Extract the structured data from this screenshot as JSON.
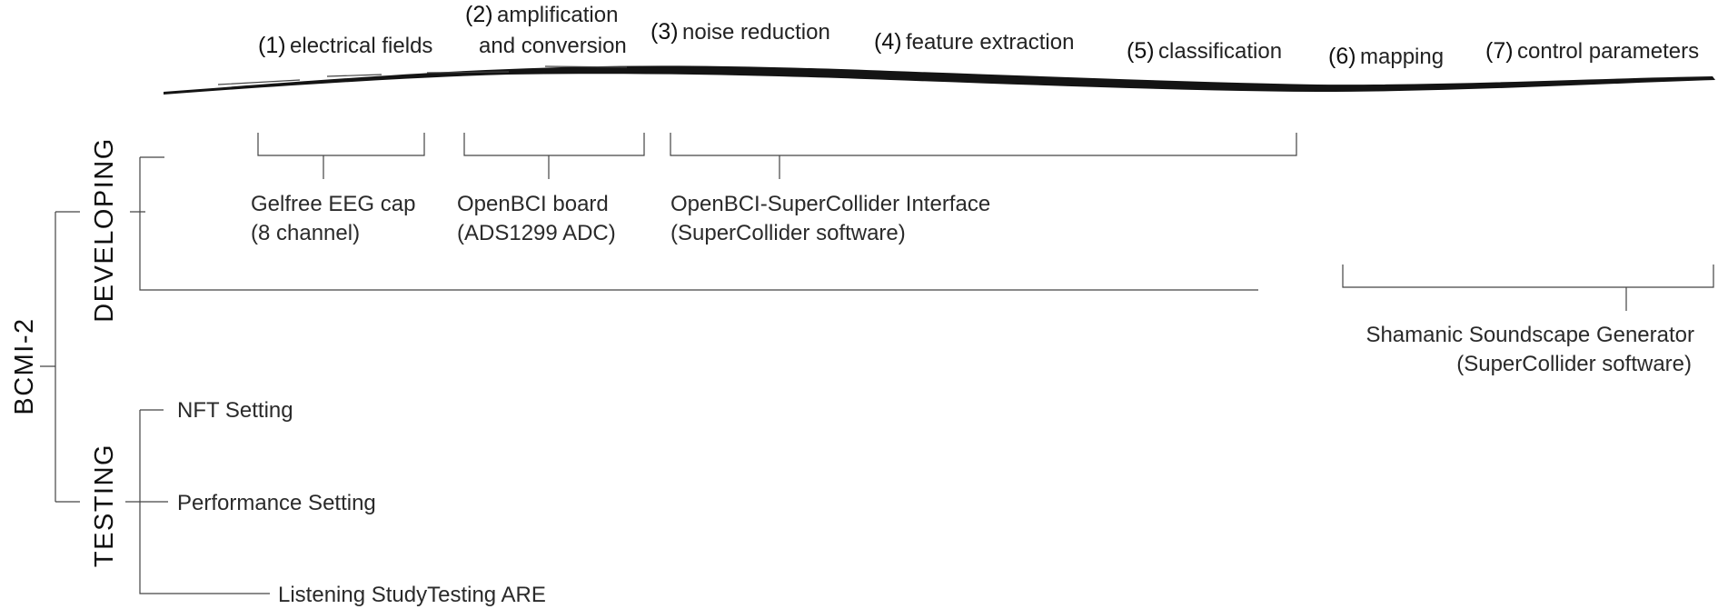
{
  "stages": [
    {
      "num": "(1)",
      "label": [
        "electrical fields"
      ]
    },
    {
      "num": "(2)",
      "label": [
        "amplification",
        "and conversion"
      ]
    },
    {
      "num": "(3)",
      "label": [
        "noise reduction"
      ]
    },
    {
      "num": "(4)",
      "label": [
        "feature extraction"
      ]
    },
    {
      "num": "(5)",
      "label": [
        "classification"
      ]
    },
    {
      "num": "(6)",
      "label": [
        "mapping"
      ]
    },
    {
      "num": "(7)",
      "label": [
        "control parameters"
      ]
    }
  ],
  "components": [
    {
      "lines": [
        "Gelfree EEG cap",
        "(8 channel)"
      ]
    },
    {
      "lines": [
        "OpenBCI board",
        "(ADS1299 ADC)"
      ]
    },
    {
      "lines": [
        "OpenBCI-SuperCollider Interface",
        "(SuperCollider software)"
      ]
    },
    {
      "lines": [
        "Shamanic Soundscape Generator",
        "(SuperCollider software)"
      ]
    }
  ],
  "tree": {
    "root": "BCMI-2",
    "developing": "DEVELOPING",
    "testing": "TESTING",
    "settings": [
      "NFT Setting",
      "Performance Setting",
      "Listening StudyTesting ARE"
    ]
  },
  "colors": {
    "ink": "#111111",
    "line": "#444444",
    "brush": "#141414"
  }
}
